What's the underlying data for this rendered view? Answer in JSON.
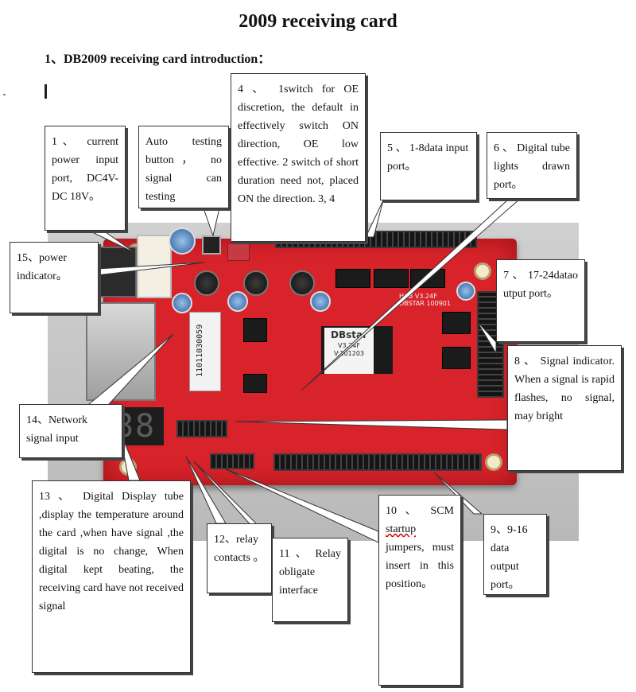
{
  "title": "2009 receiving card",
  "subtitle": "1、DB2009 receiving card introduction：",
  "board": {
    "mcu_brand": "DBstar",
    "mcu_version": "V3.24F",
    "mcu_date": "V:101203",
    "pcb_text_1": "HUB V3.24F",
    "pcb_text_2": "DBSTAR 100901",
    "label_code": "11011030059",
    "display_digits": "88"
  },
  "callouts": {
    "c1": "1、 current power input port, DC4V-DC 18V。",
    "auto": "Auto testing button， no signal can testing",
    "c4": "4 、 1switch for OE discretion, the default in effectively switch ON direction, OE low effective. 2 switch of short duration need not, placed ON the direction. 3, 4",
    "c5": "5 、 1-8data input port。",
    "c6": "6 、 Digital tube lights drawn port。",
    "c15": "15、power indicator。",
    "c7": "7 、 17-24datao utput port。",
    "c8": "8 、 Signal indicator. When a signal is rapid flashes, no signal, may bright",
    "c14": "14、Network signal input",
    "c13": "13 、 Digital Display tube ,display the temperature around the card ,when have signal ,the digital is no change, When digital kept beating, the receiving card have not received signal",
    "c12": "12、relay contacts 。",
    "c11": "11 、 Relay obligate interface",
    "c10_pre": "10 、 SCM ",
    "c10_wavy": "startup",
    "c10_post": " jumpers, must insert in this position。",
    "c9": "9、9-16 data output port。"
  }
}
